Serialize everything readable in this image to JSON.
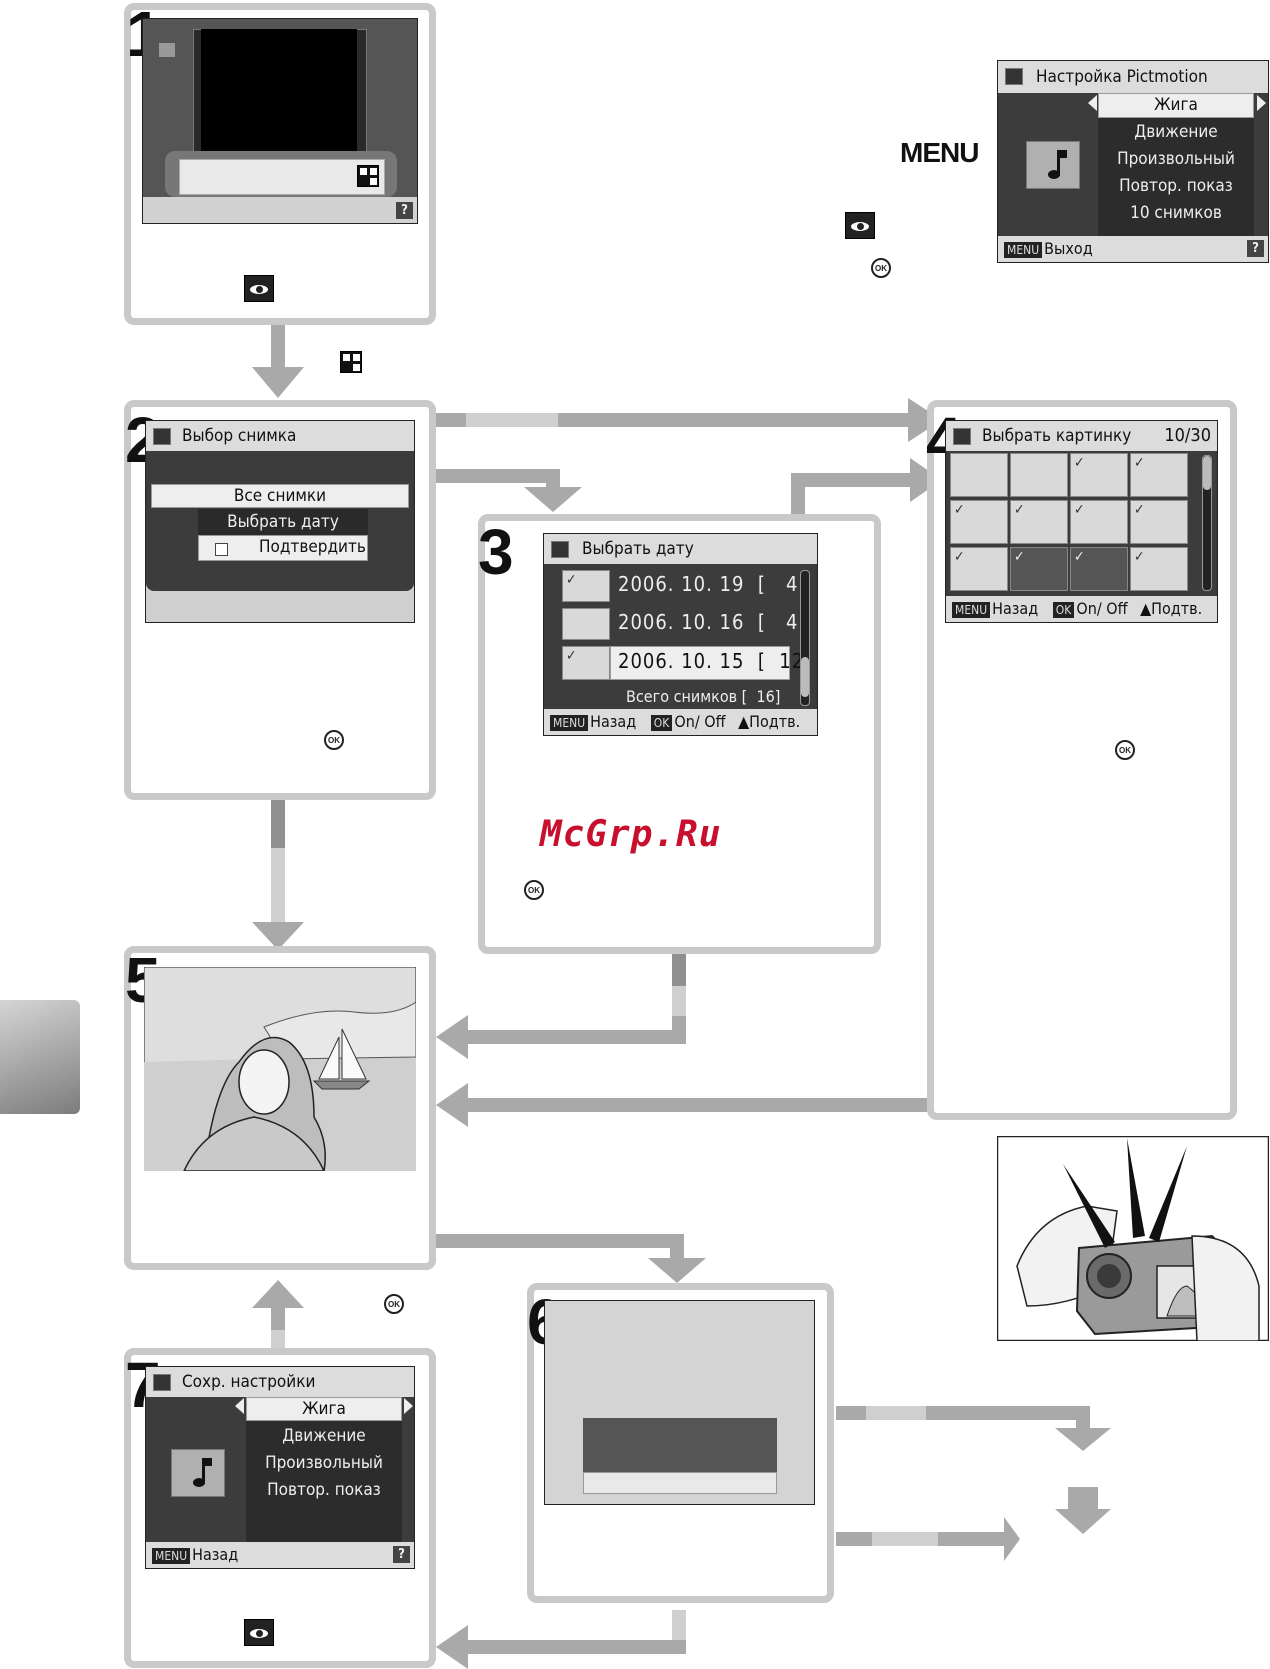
{
  "menu_key_label": "MENU",
  "watermark": "McGrp.Ru",
  "pictmotion_setup": {
    "title": "Настройка Pictmotion",
    "items": [
      "Жига",
      "Движение",
      "Произвольный",
      "Повтор. показ",
      "10 снимков"
    ],
    "footer_badge": "MENU",
    "footer_label": "Выход",
    "help_label": "?"
  },
  "steps": [
    {
      "number": "1"
    },
    {
      "number": "2",
      "screen": {
        "title": "Выбор снимка",
        "items": [
          "Все снимки",
          "Выбрать дату",
          "Подтвердить"
        ]
      }
    },
    {
      "number": "3",
      "screen": {
        "title": "Выбрать дату",
        "rows": [
          {
            "date": "2006. 10. 19",
            "count": "4"
          },
          {
            "date": "2006. 10. 16",
            "count": "4"
          },
          {
            "date": "2006. 10. 15",
            "count": "12"
          }
        ],
        "total_label": "Всего снимков",
        "total_count": "16",
        "footer": {
          "menu_badge": "MENU",
          "back": "Назад",
          "ok_badge": "OK",
          "onoff": "On/ Off",
          "confirm": "Подтв."
        }
      }
    },
    {
      "number": "4",
      "screen": {
        "title": "Выбрать картинку",
        "counter": "10/30",
        "footer": {
          "menu_badge": "MENU",
          "back": "Назад",
          "ok_badge": "OK",
          "onoff": "On/ Off",
          "confirm": "Подтв."
        }
      }
    },
    {
      "number": "5"
    },
    {
      "number": "6"
    },
    {
      "number": "7",
      "screen": {
        "title": "Сохр. настройки",
        "items": [
          "Жига",
          "Движение",
          "Произвольный",
          "Повтор. показ"
        ],
        "footer_badge": "MENU",
        "footer_label": "Назад",
        "help_label": "?"
      }
    }
  ],
  "icons": {
    "ok_label": "OK",
    "playback": "eye-icon",
    "pictmotion": "grid-icon",
    "help": "?"
  }
}
